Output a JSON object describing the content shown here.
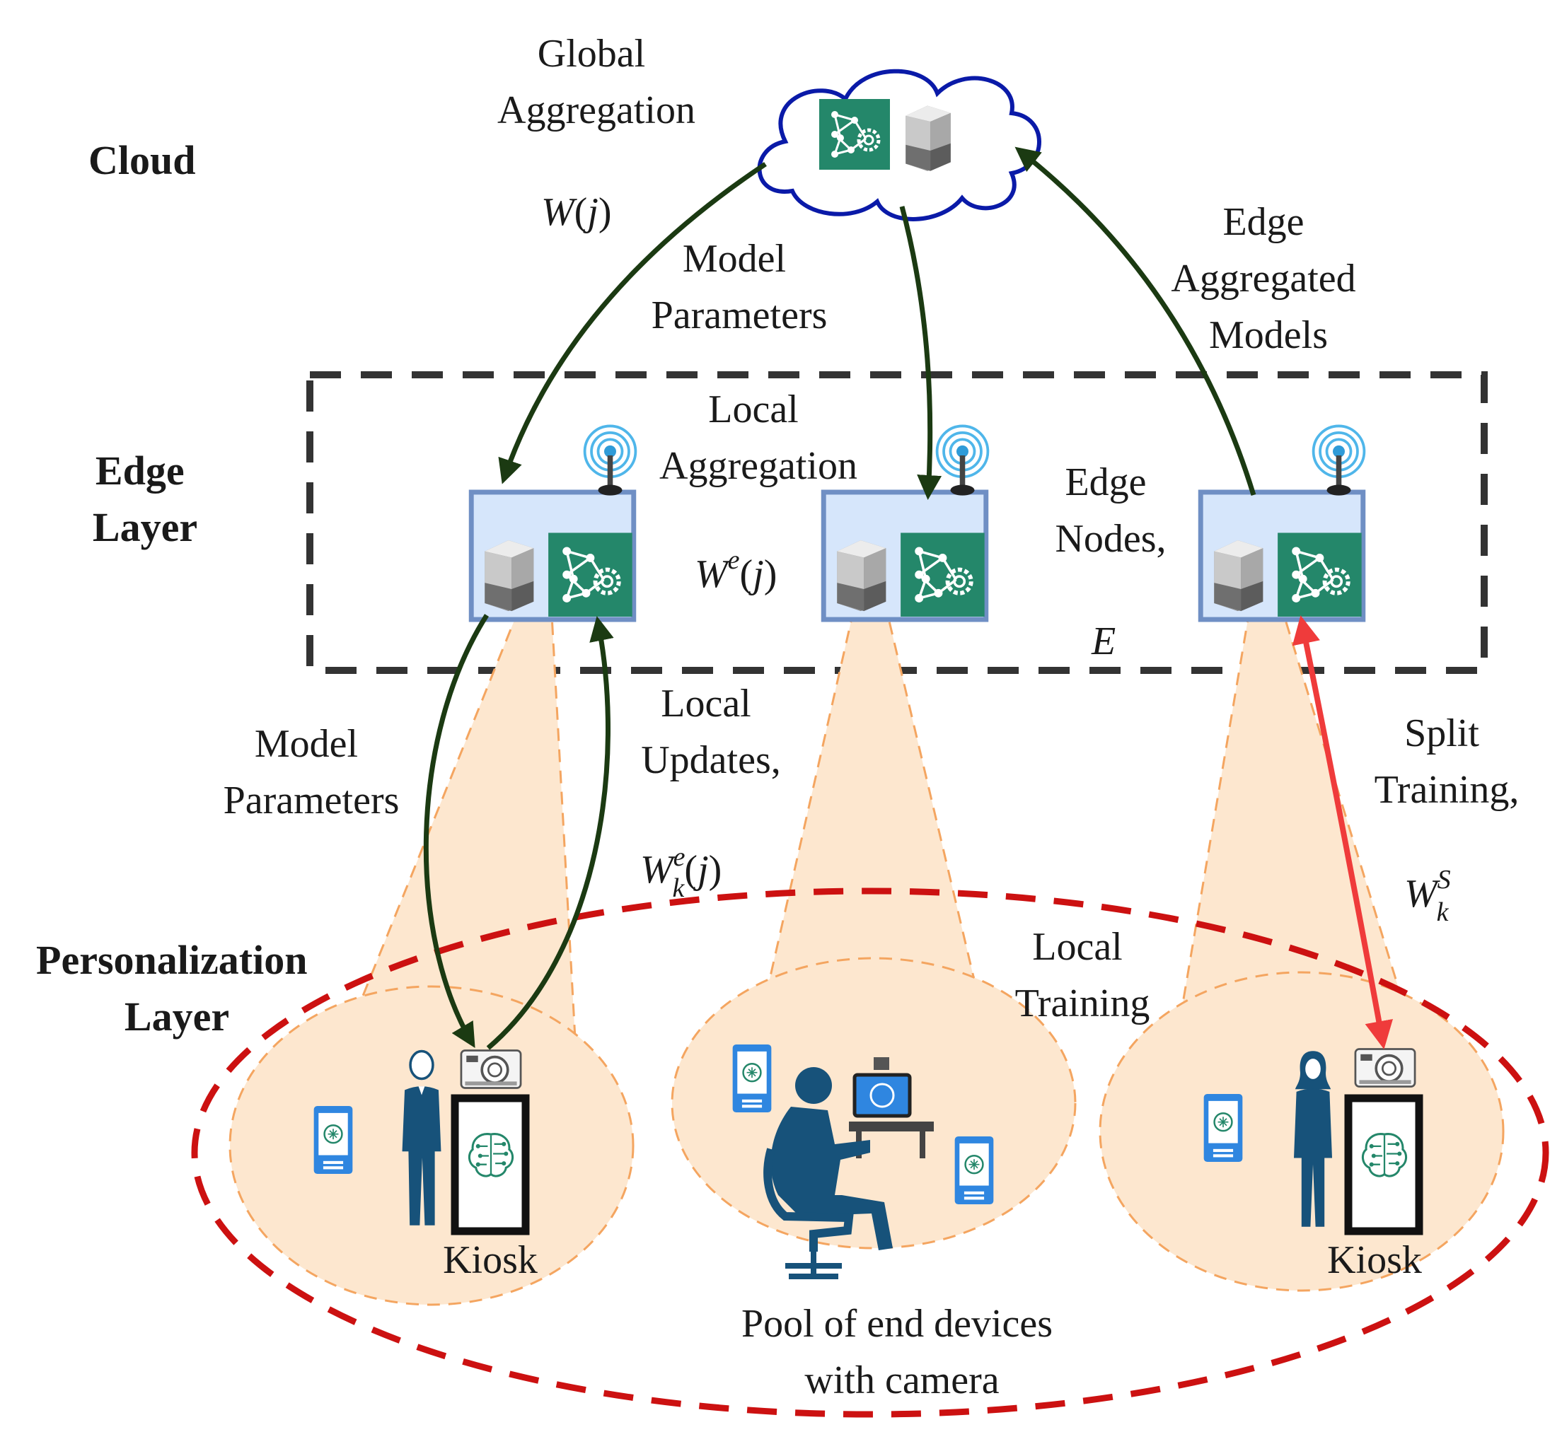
{
  "layers": {
    "cloud": "Cloud",
    "edge": [
      "Edge",
      "Layer"
    ],
    "personalization": [
      "Personalization",
      "Layer"
    ]
  },
  "labels": {
    "global_aggregation": [
      "Global",
      "Aggregation"
    ],
    "model_parameters_top": [
      "Model",
      "Parameters"
    ],
    "edge_aggregated_models": [
      "Edge",
      "Aggregated",
      "Models"
    ],
    "local_aggregation": [
      "Local",
      "Aggregation"
    ],
    "edge_nodes": [
      "Edge",
      "Nodes,"
    ],
    "model_parameters_bottom": [
      "Model",
      "Parameters"
    ],
    "local_updates": [
      "Local",
      "Updates,"
    ],
    "split_training": [
      "Split",
      "Training,"
    ],
    "local_training": [
      "Local",
      "Training"
    ],
    "kiosk_left": "Kiosk",
    "kiosk_right": "Kiosk",
    "pool": [
      "Pool of end devices",
      "with camera"
    ]
  },
  "math": {
    "w_j": "W(j)",
    "w_e_j": "W^e(j)",
    "w_k_e_j": "W_k^e(j)",
    "w_k_s": "W_k^S",
    "e_set": "E"
  },
  "colors": {
    "arrow_green": "#1b3a12",
    "arrow_red": "#ef3b3b",
    "cloud_outline": "#0a1aa8",
    "dashed_box": "#333333",
    "dashed_ellipse": "#cc1111",
    "cluster_fill": "#fde7cf",
    "cluster_outline": "#f4a560",
    "ai_tile": "#24876a",
    "edge_box_fill": "#d6e6fb",
    "edge_box_outline": "#6f8fc4",
    "person": "#17527a",
    "phone": "#2f86e0"
  },
  "icons": [
    "cloud-icon",
    "server-icon",
    "ai-network-icon",
    "antenna-icon",
    "kiosk-icon",
    "person-icon",
    "phone-icon",
    "workstation-icon"
  ]
}
